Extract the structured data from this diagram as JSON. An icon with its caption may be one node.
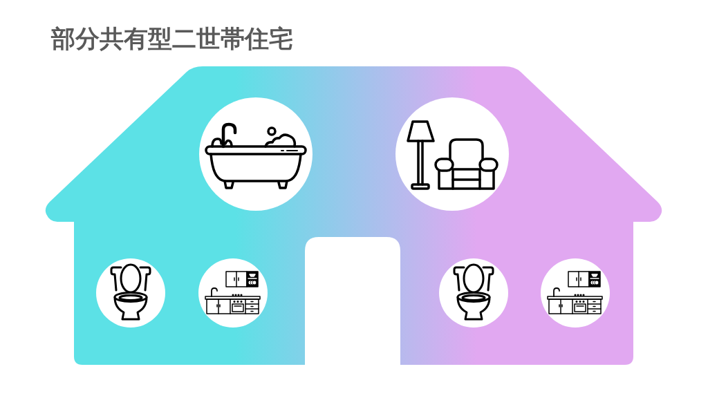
{
  "diagram": {
    "title": "部分共有型二世帯住宅",
    "nodes": [
      {
        "text": [],
        "shape": "house"
      },
      {
        "text": [],
        "shape": "picture",
        "in": 0
      },
      {
        "text": [],
        "shape": "picture",
        "in": 0
      },
      {
        "text": [],
        "shape": "picture",
        "in": 0
      },
      {
        "text": [],
        "shape": "picture",
        "in": 0
      },
      {
        "text": [],
        "shape": "picture",
        "in": 0
      },
      {
        "text": [],
        "shape": "picture",
        "in": 0
      }
    ]
  }
}
